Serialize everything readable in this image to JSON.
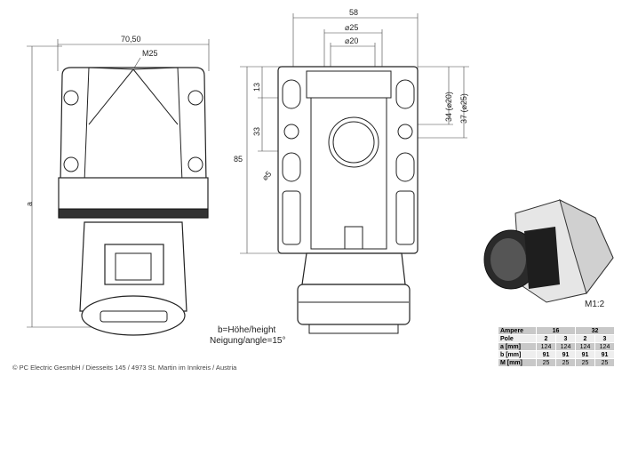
{
  "side_view": {
    "width_label": "70,50",
    "thread_label": "M25",
    "height_label": "a"
  },
  "front_view": {
    "width_label": "58",
    "dia25_label": "⌀25",
    "dia20_label": "⌀20",
    "dim13_label": "13",
    "dim33_label": "33",
    "dim85_label": "85",
    "hole_label": "⌀5",
    "dim34_label": "34 (⌀20)",
    "dim37_label": "37 (⌀25)"
  },
  "notes": {
    "height_note": "b=Höhe/height",
    "angle_note": "Neigung/angle=15°",
    "scale": "M1:2"
  },
  "spec_table": {
    "rows": [
      [
        "Ampere",
        "16",
        "32"
      ],
      [
        "Pole",
        "2",
        "3",
        "2",
        "3"
      ],
      [
        "a [mm]",
        "124",
        "124",
        "124",
        "124"
      ],
      [
        "b [mm]",
        "91",
        "91",
        "91",
        "91"
      ],
      [
        "M [mm]",
        "25",
        "25",
        "25",
        "25"
      ]
    ]
  },
  "footer": {
    "copyright": "© PC Electric GesmbH / Diesseits 145 / 4973 St. Martin im Innkreis / Austria"
  }
}
